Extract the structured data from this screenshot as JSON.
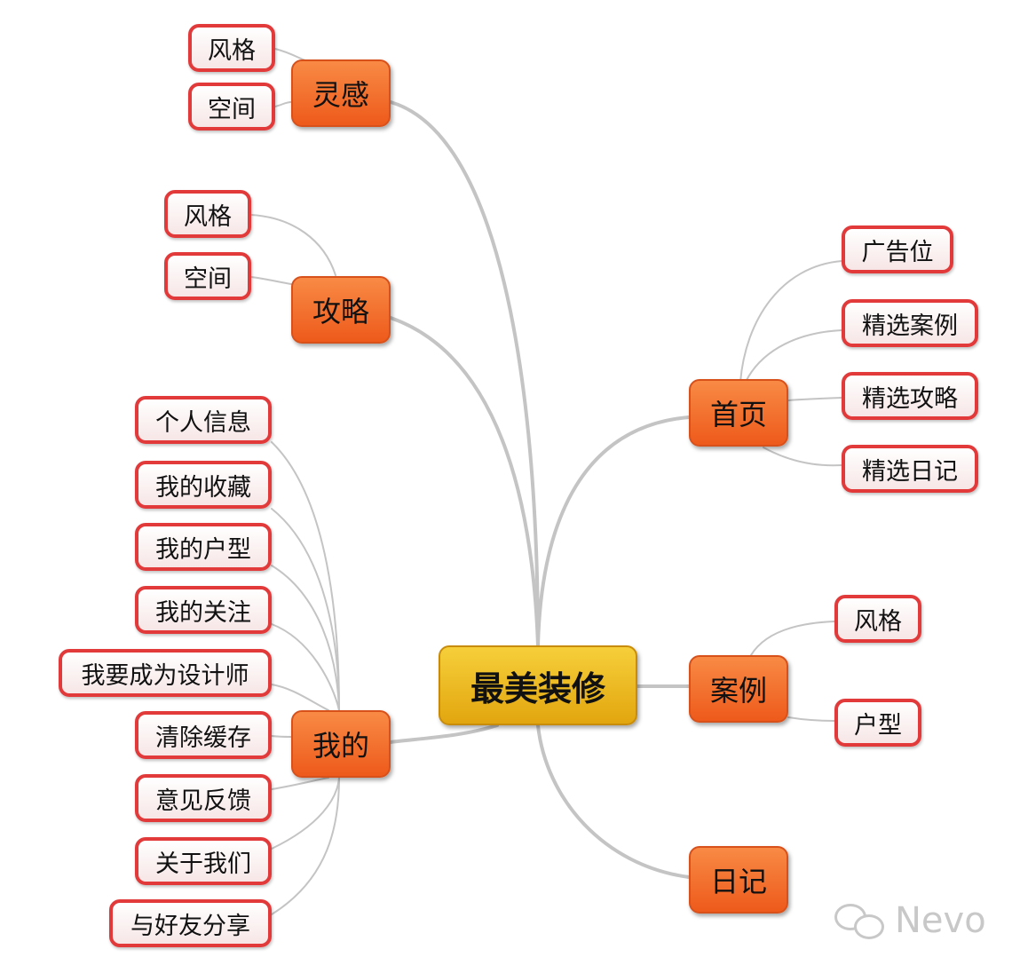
{
  "root": {
    "label": "最美装修"
  },
  "branches": {
    "linggan": {
      "label": "灵感",
      "children": [
        "风格",
        "空间"
      ]
    },
    "gonglue": {
      "label": "攻略",
      "children": [
        "风格",
        "空间"
      ]
    },
    "wode": {
      "label": "我的",
      "children": [
        "个人信息",
        "我的收藏",
        "我的户型",
        "我的关注",
        "我要成为设计师",
        "清除缓存",
        "意见反馈",
        "关于我们",
        "与好友分享"
      ]
    },
    "shouye": {
      "label": "首页",
      "children": [
        "广告位",
        "精选案例",
        "精选攻略",
        "精选日记"
      ]
    },
    "anli": {
      "label": "案例",
      "children": [
        "风格",
        "户型"
      ]
    },
    "riji": {
      "label": "日记",
      "children": []
    }
  },
  "watermark": {
    "text": "Nevo",
    "icon": "wechat-icon"
  },
  "colors": {
    "root": "#f2bd22",
    "main": "#f26b2a",
    "leaf_border": "#e23a3a",
    "link": "#c4c4c4"
  }
}
